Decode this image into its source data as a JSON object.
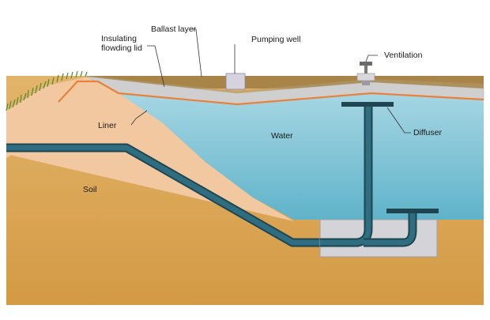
{
  "labels": {
    "ballast_layer": "Ballast layer",
    "insulating_lid_line1": "Insulating",
    "insulating_lid_line2": "flowding lid",
    "pumping_well": "Pumping well",
    "ventilation": "Ventilation",
    "liner": "Liner",
    "water": "Water",
    "diffuser": "Diffuser",
    "soil": "Soil"
  },
  "colors": {
    "soil_dark": "#d9a857",
    "soil_light": "#f0c79a",
    "water_top": "#a6d6e3",
    "water_bottom": "#5fb3c9",
    "liner": "#e8813a",
    "lid": "#cfcfcf",
    "ballast": "#9a7a44",
    "pipe": "#2f5e6e",
    "well": "#d3d3d8",
    "grass": "#4e8a2e"
  }
}
